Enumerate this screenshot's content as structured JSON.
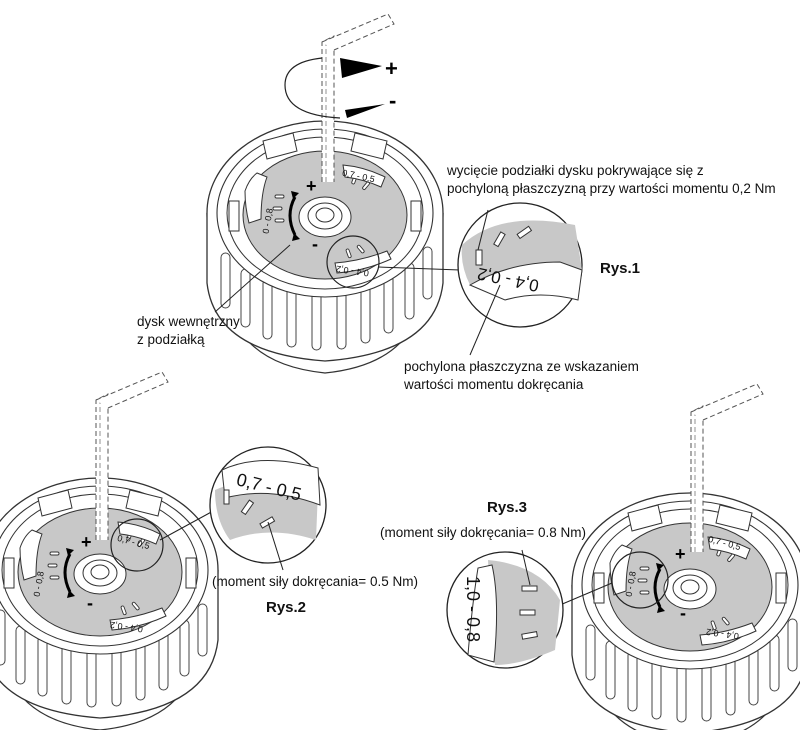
{
  "figures": {
    "rys1": {
      "caption": "Rys.1",
      "rotation": {
        "plus": "+",
        "minus": "-"
      },
      "disc_marks": {
        "plus": "+",
        "minus": "-"
      },
      "scales": [
        "0,7 - 0,5",
        "0 - 0,8",
        "0,4 - 0,2"
      ],
      "detail_scale": "0,4 - 0,2",
      "annotations": {
        "cutout": [
          "wycięcie podziałki dysku pokrywające się z",
          "pochyloną płaszczyzną przy wartości momentu 0,2 Nm"
        ],
        "inclined_plane": [
          "pochylona płaszczyzna ze wskazaniem",
          "wartości momentu dokręcania"
        ],
        "inner_disc": [
          "dysk wewnętrzny",
          "z podziałką"
        ]
      }
    },
    "rys2": {
      "caption": "Rys.2",
      "note": "(moment siły dokręcania= 0.5 Nm)",
      "disc_marks": {
        "plus": "+",
        "minus": "-"
      },
      "scales": [
        "0,7 - 0,5",
        "0 - 0,8",
        "0,4 - 0,2"
      ],
      "detail_scale": "0,7 - 0,5"
    },
    "rys3": {
      "caption": "Rys.3",
      "note": "(moment siły dokręcania= 0.8 Nm)",
      "disc_marks": {
        "plus": "+",
        "minus": "-"
      },
      "scales": [
        "0,7 - 0,5",
        "0 - 0,8",
        "0,4 - 0,2"
      ],
      "detail_scale": "1,0 - 0,8"
    }
  },
  "colors": {
    "disc_fill": "#c8c8c8",
    "line": "#222222",
    "background": "#ffffff"
  }
}
